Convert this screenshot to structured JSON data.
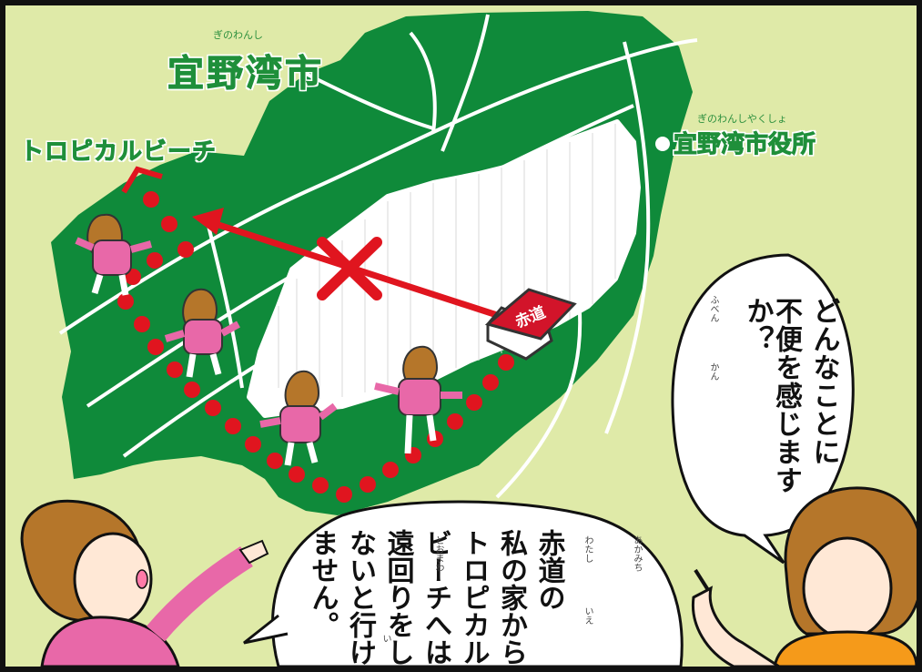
{
  "map": {
    "city_name": "宜野湾市",
    "city_ruby": "ぎのわんし",
    "beach_name": "トロピカルビーチ",
    "office_name": "宜野湾市役所",
    "office_ruby": "ぎのわんしやくしょ",
    "house_label": "赤道"
  },
  "bubble_question": {
    "lines": [
      "不便を感じますか？",
      "どんなことに"
    ],
    "ruby": [
      "ふべん",
      "かん"
    ]
  },
  "bubble_answer": {
    "lines": [
      "赤道の",
      "私の家から",
      "トロピカル",
      "ビーチへは",
      "遠回りをし",
      "ないと行け",
      "ません。"
    ],
    "ruby": [
      "あかみち",
      "わたし",
      "いえ",
      "とおまわ",
      "い"
    ]
  },
  "colors": {
    "map_green": "#0f8a3a",
    "route_red": "#e0151f",
    "shirt_pink": "#e868a8",
    "hair_brown": "#b5762a",
    "teacher_orange": "#f59a1a",
    "background": "#dfeaa8"
  }
}
